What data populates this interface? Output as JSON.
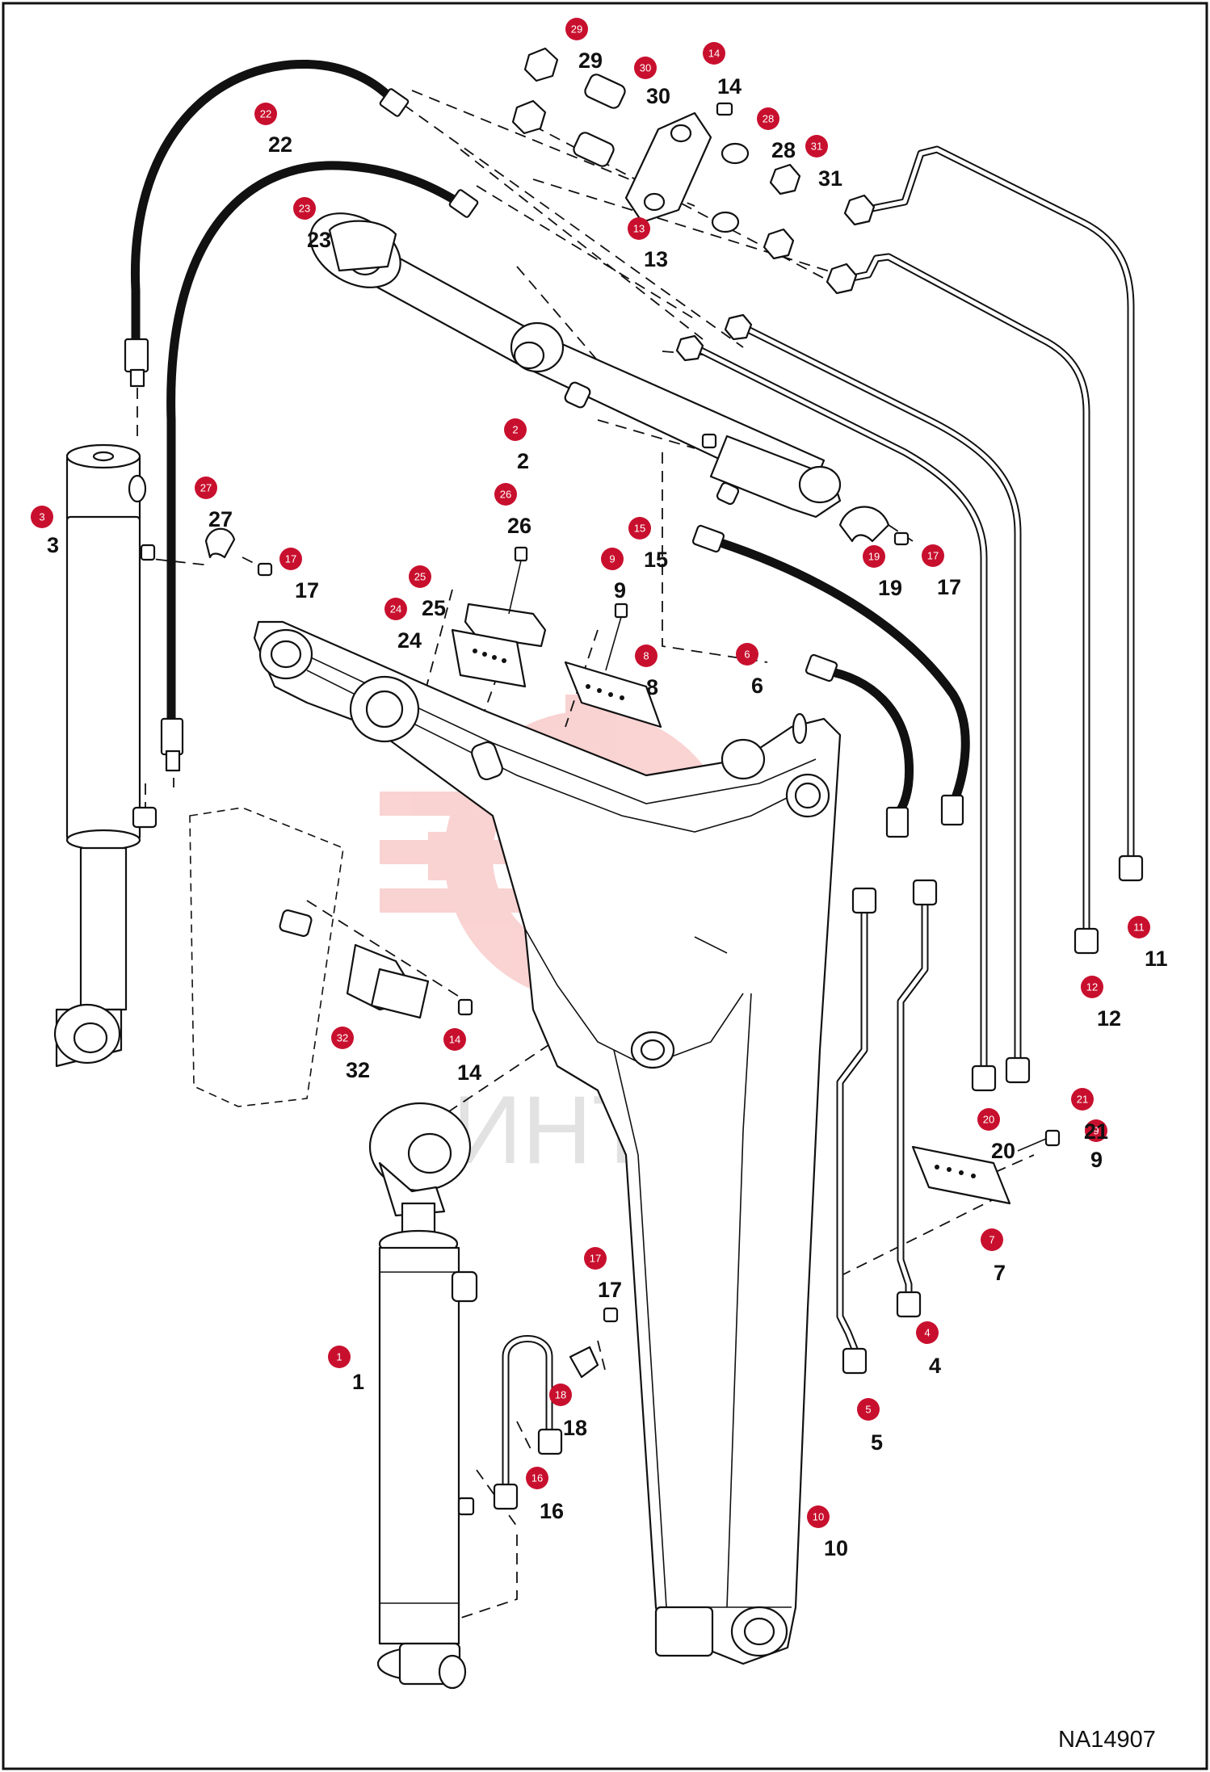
{
  "diagram": {
    "watermark": "ИНТЕХ",
    "drawing_code": "NA14907",
    "accent_color": "#c8102e",
    "parts": [
      {
        "n": "1"
      },
      {
        "n": "2"
      },
      {
        "n": "3"
      },
      {
        "n": "4"
      },
      {
        "n": "5"
      },
      {
        "n": "6"
      },
      {
        "n": "7"
      },
      {
        "n": "8"
      },
      {
        "n": "9"
      },
      {
        "n": "9"
      },
      {
        "n": "10"
      },
      {
        "n": "11"
      },
      {
        "n": "12"
      },
      {
        "n": "13"
      },
      {
        "n": "14"
      },
      {
        "n": "14"
      },
      {
        "n": "15"
      },
      {
        "n": "16"
      },
      {
        "n": "17"
      },
      {
        "n": "17"
      },
      {
        "n": "17"
      },
      {
        "n": "18"
      },
      {
        "n": "19"
      },
      {
        "n": "20"
      },
      {
        "n": "21"
      },
      {
        "n": "22"
      },
      {
        "n": "23"
      },
      {
        "n": "24"
      },
      {
        "n": "25"
      },
      {
        "n": "26"
      },
      {
        "n": "27"
      },
      {
        "n": "28"
      },
      {
        "n": "29"
      },
      {
        "n": "30"
      },
      {
        "n": "31"
      },
      {
        "n": "32"
      }
    ]
  }
}
